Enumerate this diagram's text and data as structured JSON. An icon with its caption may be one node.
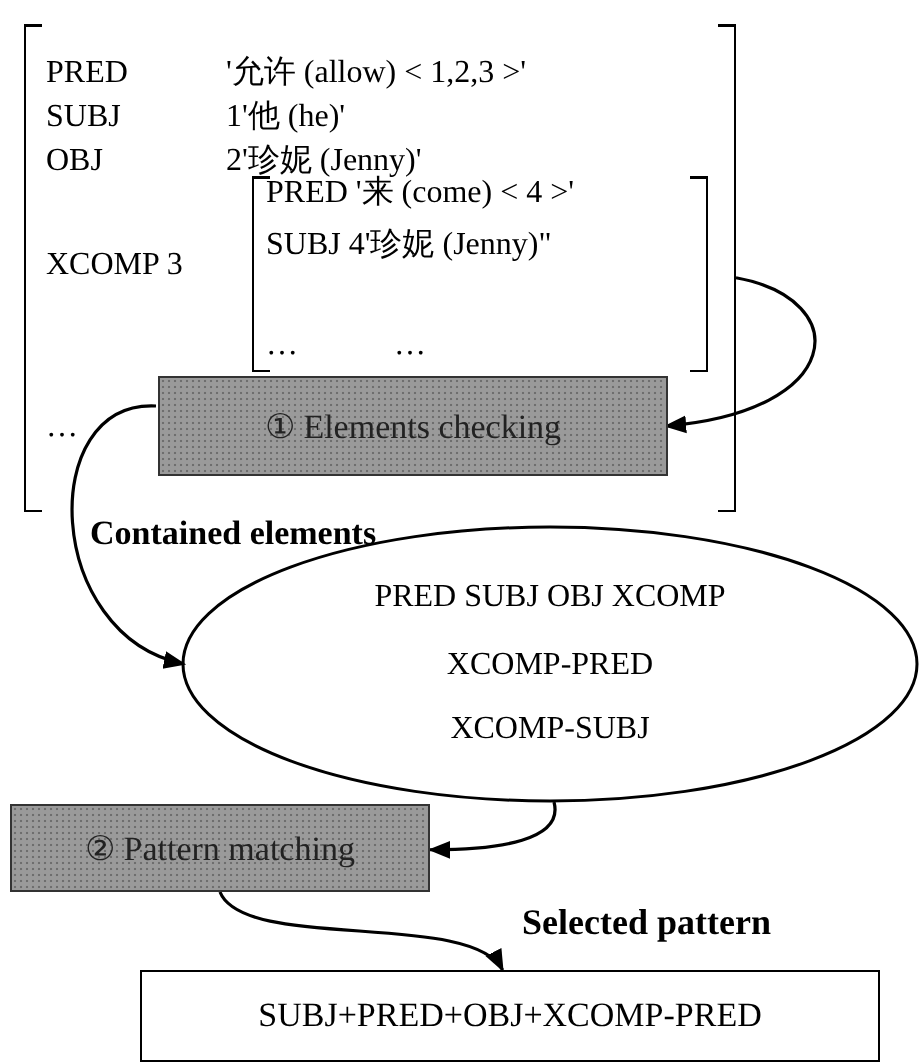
{
  "diagram": {
    "nodes": [
      {
        "text": [
          "PRED",
          "'允许 (allow) < 1,2,3 >'",
          "SUBJ",
          "1'他 (he)'",
          "OBJ",
          "2'珍妮 (Jenny)'",
          "XCOMP 3",
          "…"
        ]
      },
      {
        "text": [
          "PRED '来 (come) < 4 >'",
          "SUBJ 4'珍妮 (Jenny)\"",
          "…",
          "…"
        ],
        "in": 0
      },
      {
        "text": [
          "① Elements checking"
        ],
        "in": 0
      },
      {
        "text": [
          "Contained elements",
          "PRED SUBJ OBJ XCOMP",
          "XCOMP-PRED",
          "XCOMP-SUBJ"
        ]
      },
      {
        "text": [
          "② Pattern matching"
        ]
      },
      {
        "text": [
          "Selected pattern",
          "SUBJ+PRED+OBJ+XCOMP-PRED"
        ]
      }
    ],
    "edges": [
      {
        "from": 0,
        "to": 2,
        "arrow": "to"
      },
      {
        "from": 2,
        "to": 3,
        "arrow": "to"
      },
      {
        "from": 3,
        "to": 4,
        "arrow": "to"
      },
      {
        "from": 4,
        "to": 5,
        "arrow": "to"
      }
    ]
  }
}
